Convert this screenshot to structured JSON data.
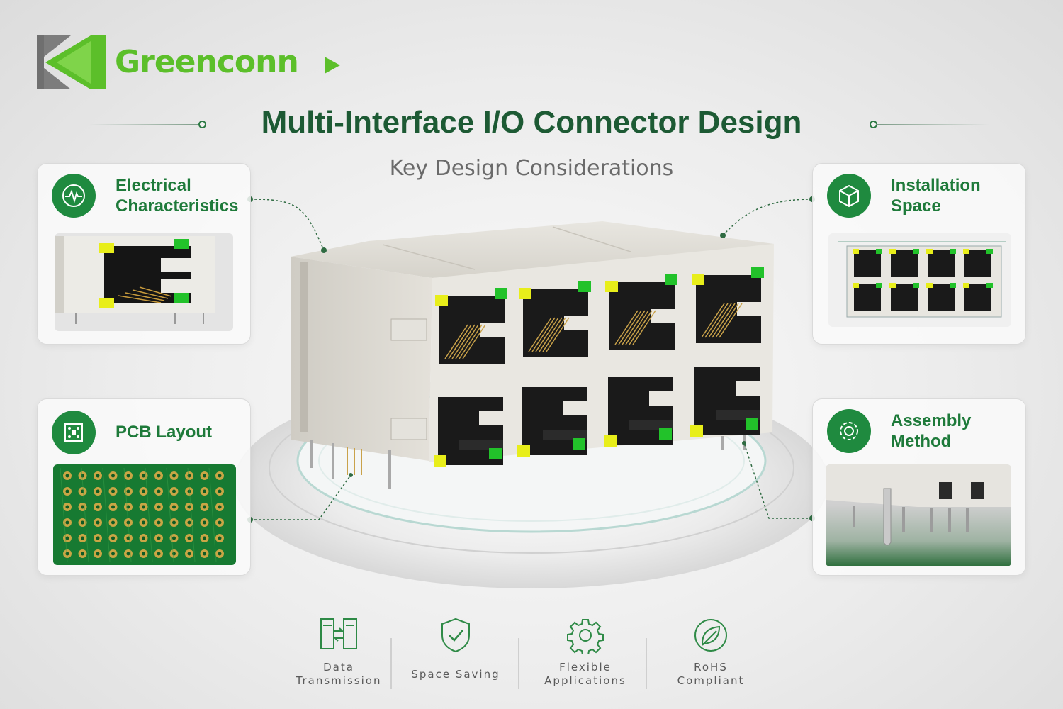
{
  "brand": {
    "name": "Greenconn"
  },
  "header": {
    "title": "Multi-Interface I/O Connector Design",
    "subtitle": "Key Design Considerations"
  },
  "cards": [
    {
      "title_line1": "Electrical",
      "title_line2": "Characteristics",
      "icon": "waveform-icon"
    },
    {
      "title_line1": "PCB Layout",
      "title_line2": "",
      "icon": "circuit-board-icon"
    },
    {
      "title_line1": "Installation",
      "title_line2": "Space",
      "icon": "cube-icon"
    },
    {
      "title_line1": "Assembly",
      "title_line2": "Method",
      "icon": "gear-icon"
    }
  ],
  "features": [
    {
      "label": "Data\nTransmission",
      "icon": "data-transfer-icon"
    },
    {
      "label": "Space Saving",
      "icon": "shield-check-icon"
    },
    {
      "label": "Flexible\nApplications",
      "icon": "gear-icon"
    },
    {
      "label": "RoHS\nCompliant",
      "icon": "leaf-icon"
    }
  ],
  "colors": {
    "brand_green": "#5cbf2a",
    "title_green": "#1d5a34",
    "accent_green": "#1f8a3f",
    "led_green": "#22c22a",
    "led_yellow": "#e8ee1a"
  }
}
